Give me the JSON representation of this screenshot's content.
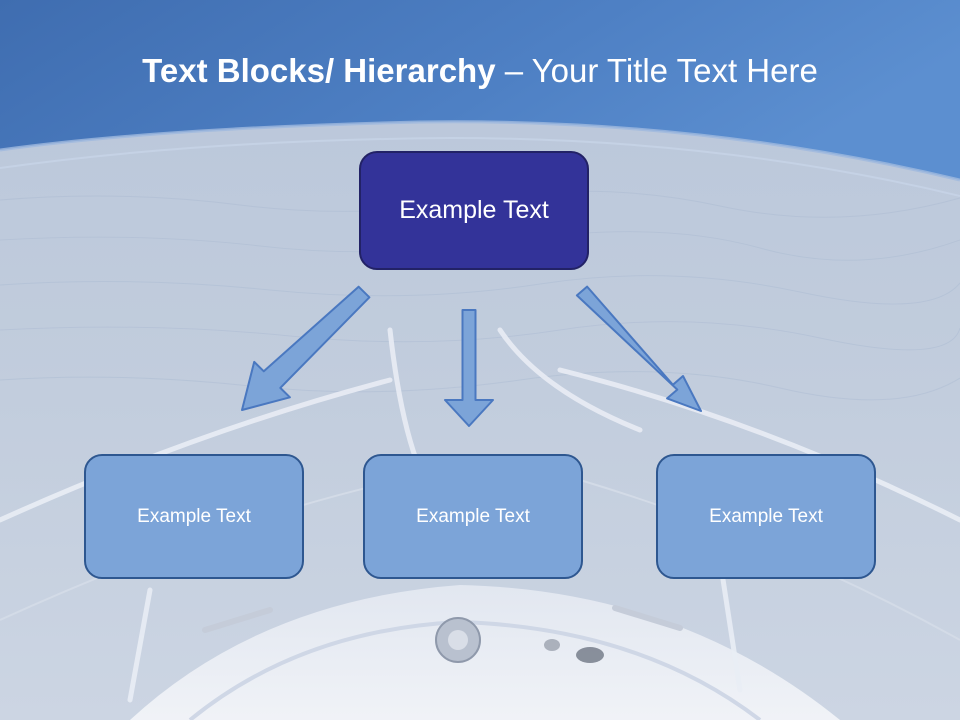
{
  "title": {
    "bold": "Text Blocks/ Hierarchy",
    "separator": " – ",
    "normal": "Your Title Text Here"
  },
  "top_node": {
    "label": "Example Text",
    "color": "#333399"
  },
  "child_nodes": [
    {
      "label": "Example Text"
    },
    {
      "label": "Example Text"
    },
    {
      "label": "Example Text"
    }
  ],
  "colors": {
    "header_blue": "#4a78b8",
    "child_fill": "#7ca4d8",
    "child_border": "#2e5790",
    "arrow_fill": "#7ca4d8",
    "arrow_stroke": "#4a78c0"
  }
}
